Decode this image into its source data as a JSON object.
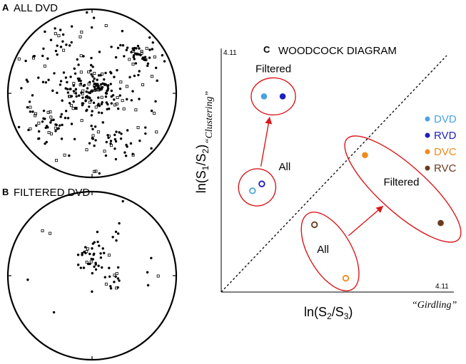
{
  "panels": {
    "a": {
      "letter": "A",
      "title": "ALL DVD"
    },
    "b": {
      "letter": "B",
      "title": "FILTERED DVD"
    },
    "c": {
      "letter": "C",
      "title": "WOODCOCK DIAGRAM"
    }
  },
  "colors": {
    "ring": "#d9191c",
    "arrow": "#d9191c",
    "DVD": "#4aa3df",
    "RVD": "#1f1fbf",
    "DVC": "#f08a1c",
    "RVC": "#6b3a1e"
  },
  "chart_data": [
    {
      "type": "scatter",
      "panel": "A",
      "title": "ALL DVD",
      "projection": "stereonet",
      "markers": [
        "filled-circle",
        "open-square"
      ],
      "description_points_note": "Several hundred pole plots; densest in centre band and along upper-right rim"
    },
    {
      "type": "scatter",
      "panel": "B",
      "title": "FILTERED DVD",
      "projection": "stereonet",
      "markers": [
        "filled-circle",
        "open-square"
      ]
    },
    {
      "type": "scatter",
      "panel": "C",
      "title": "WOODCOCK DIAGRAM",
      "xlabel": {
        "main": "ln(S",
        "sub1": "2",
        "mid": "/S",
        "sub2": "3",
        "end": ")"
      },
      "ylabel": {
        "main": "ln(S",
        "sub1": "1",
        "mid": "/S",
        "sub2": "2",
        "end": ")"
      },
      "x_quote": "“Girdling”",
      "y_quote": "“Clustering”",
      "xlim": [
        0,
        4.11
      ],
      "ylim": [
        0,
        4.11
      ],
      "x_max_label": "4.11",
      "y_max_label": "4.11",
      "reference_line": "y=x dashed",
      "legend": {
        "placement": "right",
        "entries": [
          {
            "name": "DVD",
            "color": "#4aa3df"
          },
          {
            "name": "RVD",
            "color": "#1f1fbf"
          },
          {
            "name": "DVC",
            "color": "#f08a1c"
          },
          {
            "name": "RVC",
            "color": "#6b3a1e"
          }
        ]
      },
      "groups": [
        {
          "label": "Filtered",
          "label_side": "above",
          "points": [
            {
              "series": "DVD",
              "filled": true,
              "x": 0.78,
              "y": 3.4
            },
            {
              "series": "RVD",
              "filled": true,
              "x": 1.12,
              "y": 3.4
            }
          ]
        },
        {
          "label": "All",
          "label_side": "right",
          "points": [
            {
              "series": "DVD",
              "filled": false,
              "x": 0.57,
              "y": 1.76
            },
            {
              "series": "RVD",
              "filled": false,
              "x": 0.74,
              "y": 1.88
            }
          ]
        },
        {
          "label": "Filtered",
          "label_side": "inside",
          "points": [
            {
              "series": "DVC",
              "filled": true,
              "x": 2.62,
              "y": 2.38
            },
            {
              "series": "RVC",
              "filled": true,
              "x": 4.0,
              "y": 1.2
            }
          ]
        },
        {
          "label": "All",
          "label_side": "inside",
          "points": [
            {
              "series": "RVC",
              "filled": false,
              "x": 1.7,
              "y": 1.17
            },
            {
              "series": "DVC",
              "filled": false,
              "x": 2.27,
              "y": 0.24
            }
          ]
        }
      ],
      "arrows": [
        {
          "from_group": 1,
          "to_group": 0
        },
        {
          "from_group": 3,
          "to_group": 2
        }
      ]
    }
  ]
}
